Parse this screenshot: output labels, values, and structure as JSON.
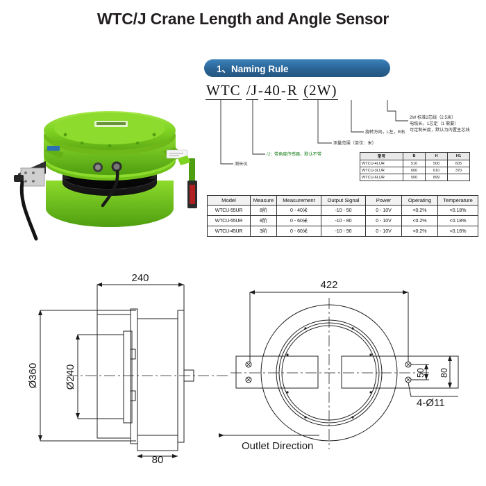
{
  "page": {
    "title": "WTC/J Crane Length and Angle Sensor"
  },
  "naming_rule": {
    "banner_label": "1、Naming Rule",
    "code_segments": [
      "WTC",
      "/J",
      "-",
      "40",
      "-",
      "R",
      "(2W)"
    ],
    "code_full": "WTC /J - 40 - R (2W)",
    "annotations": [
      {
        "key": "series",
        "text": "测长仪"
      },
      {
        "key": "type",
        "text": "/J：带角度传感器，默认不带"
      },
      {
        "key": "range",
        "text": "测量范围（单位：米）"
      },
      {
        "key": "rotation",
        "text": "旋转方向，L左，R右"
      },
      {
        "key": "power_line1",
        "text": "2W 标准2芯线（2.5米）"
      },
      {
        "key": "power_line2",
        "text": "电缆长，1芯定（1 需要）"
      },
      {
        "key": "power_line3",
        "text": "可定制长度，默认为内置主芯线"
      }
    ]
  },
  "dimension_table": {
    "headers": [
      "型号",
      "B",
      "H",
      "H1"
    ],
    "rows": [
      {
        "model": "WTCU-4LUR",
        "B": "510",
        "H": "500",
        "H1": "605"
      },
      {
        "model": "WTCU-3LUR",
        "B": "600",
        "H": "610",
        "H1": "370"
      },
      {
        "model": "WTCU-6LUR",
        "B": "500",
        "H": "899",
        "H1": ""
      }
    ]
  },
  "spec_table": {
    "headers": [
      "Model",
      "Measure",
      "Measurement",
      "Output Signal",
      "Power",
      "Operating",
      "Temperature"
    ],
    "rows": [
      {
        "model": "WTCU-55UR",
        "measure": "8阶",
        "measurement": "0 - 40米",
        "output_signal": "-10 - 50",
        "power": "0 - 10V",
        "operating": "<0.2%",
        "temperature": "<0.18%"
      },
      {
        "model": "WTCU-55UR",
        "measure": "8阶",
        "measurement": "0 - 60米",
        "output_signal": "-10 - 80",
        "power": "0 - 10V",
        "operating": "<0.2%",
        "temperature": "<0.18%"
      },
      {
        "model": "WTCU-45UR",
        "measure": "3阶",
        "measurement": "0 - 60米",
        "output_signal": "-10 - 90",
        "power": "0 - 10V",
        "operating": "<0.2%",
        "temperature": "<0.16%"
      }
    ]
  },
  "drawing_side": {
    "width_dim": "240",
    "outer_diameter": "Ø360",
    "inner_diameter": "Ø240",
    "depth_dim": "80"
  },
  "drawing_front": {
    "overall_width": "422",
    "hole_spacing": "50",
    "bracket_height": "80",
    "hole_callout": "4-Ø11",
    "outlet_label": "Outlet Direction"
  },
  "colors": {
    "banner_blue": "#2a6394",
    "product_green": "#7ed321",
    "product_green_dark": "#4e9e10",
    "line": "#2f2f2f"
  }
}
